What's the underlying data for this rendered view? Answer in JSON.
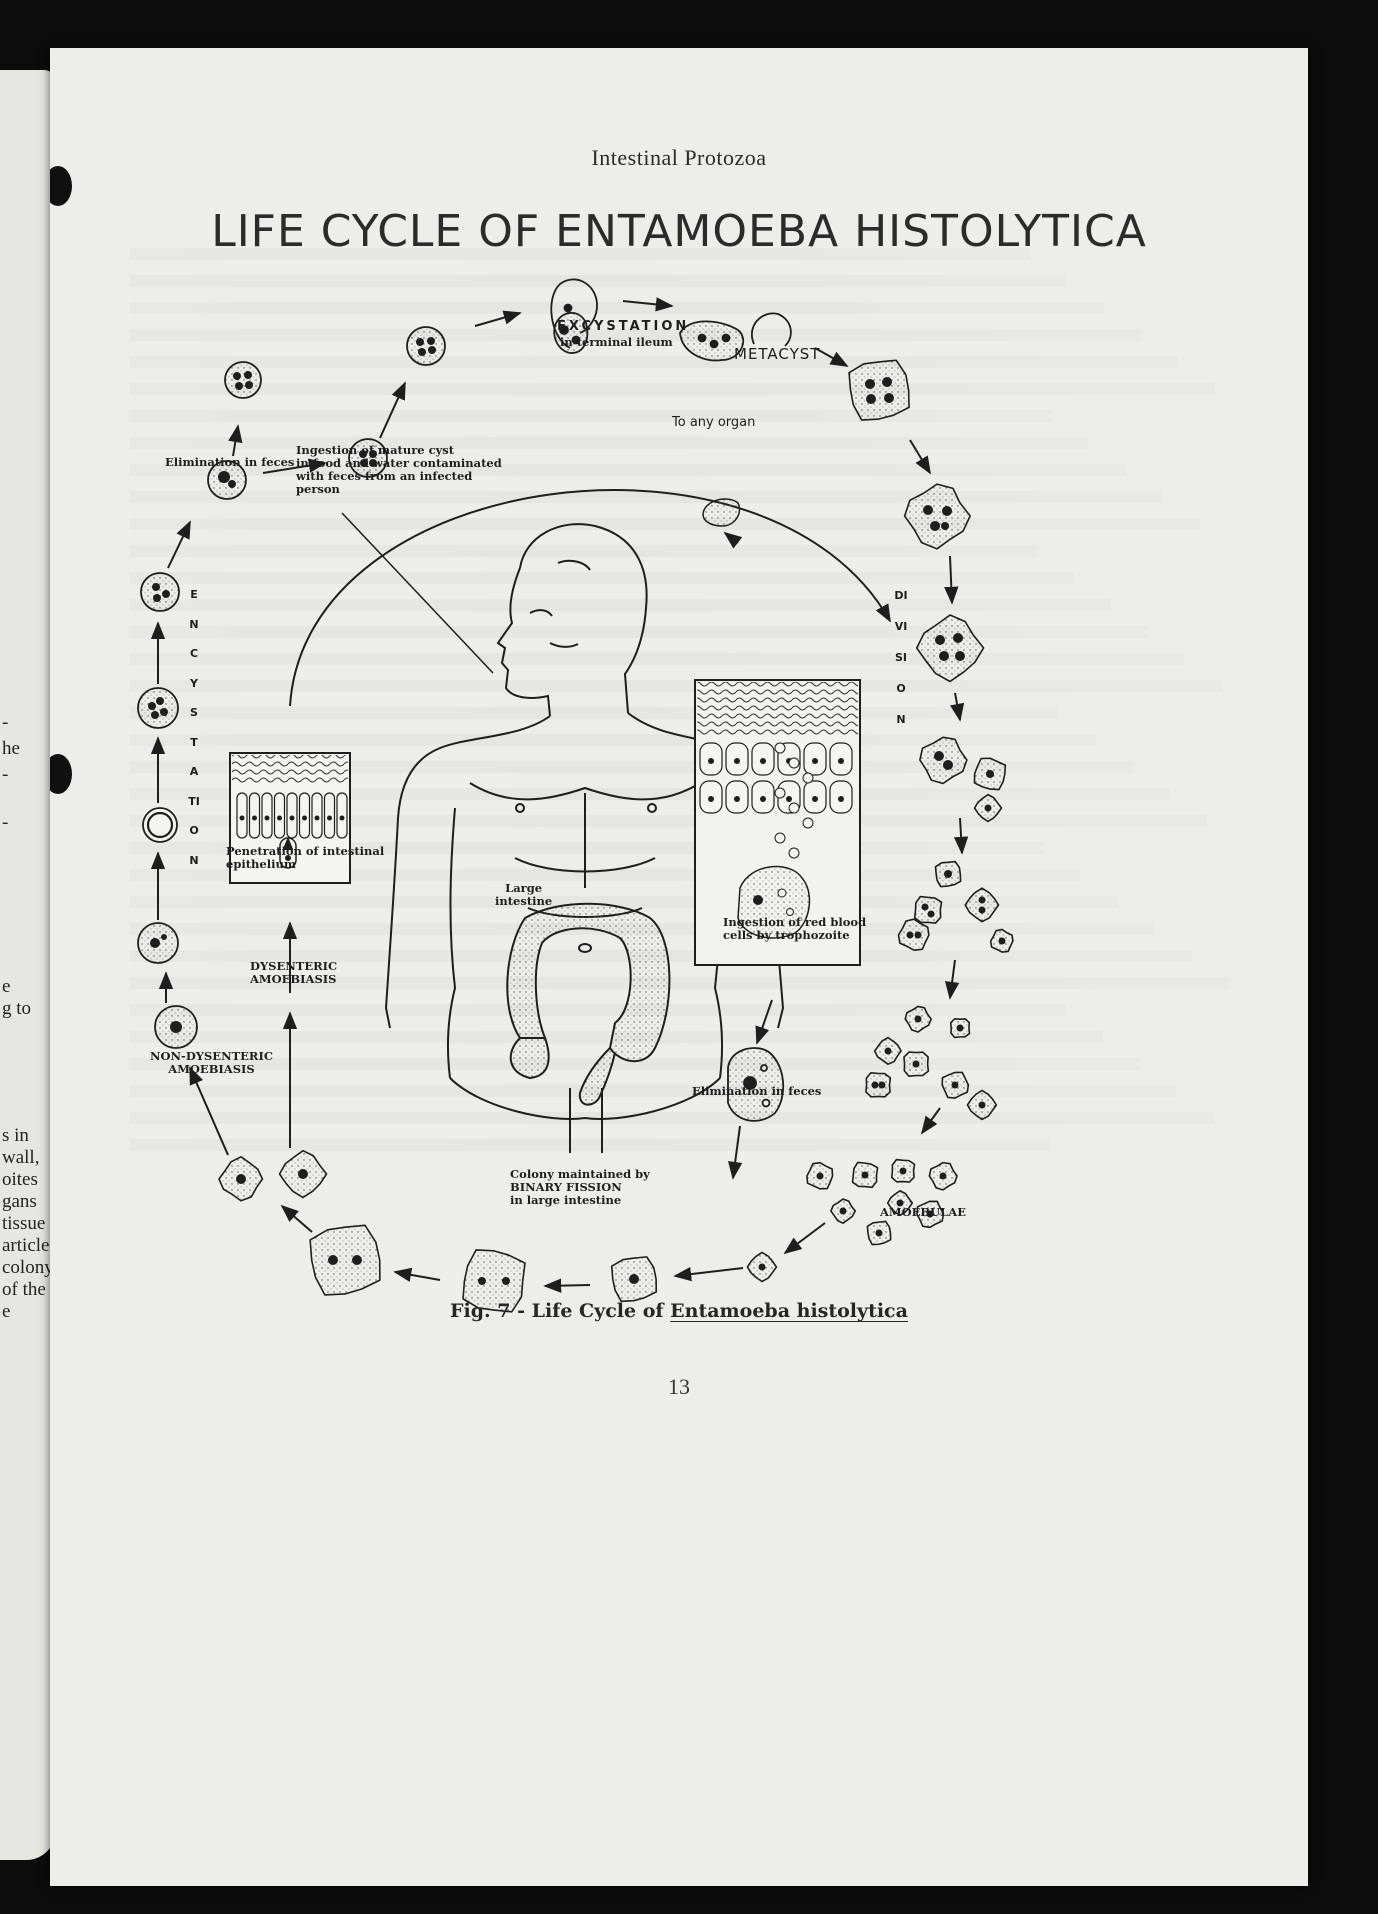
{
  "page": {
    "header": "Intestinal Protozoa",
    "title": "LIFE CYCLE OF ENTAMOEBA HISTOLYTICA",
    "caption_prefix": "Fig. 7 - Life Cycle of ",
    "caption_species": "Entamoeba histolytica",
    "page_number": "13"
  },
  "labels": {
    "excystation": "EXCYSTATION",
    "excystation_site": "in terminal ileum",
    "metacyst": "METACYST",
    "to_any_organ": "To any organ",
    "ingestion_1": "Ingestion of mature cyst",
    "ingestion_2": "in food and water contaminated",
    "ingestion_3": "with feces from an infected",
    "ingestion_4": "person",
    "elimination_top": "Elimination in feces",
    "encystation": "ENCYSTATION",
    "division": "DIVISION",
    "penetration_1": "Penetration of intestinal",
    "penetration_2": "epithelium",
    "large_intestine_1": "Large",
    "large_intestine_2": "intestine",
    "rbc_1": "Ingestion of red blood",
    "rbc_2": "cells by trophozoite",
    "dysenteric_1": "DYSENTERIC",
    "dysenteric_2": "AMOEBIASIS",
    "nondysenteric_1": "NON-DYSENTERIC",
    "nondysenteric_2": "AMOEBIASIS",
    "elimination_bottom": "Elimination in feces",
    "colony_1": "Colony maintained by",
    "colony_2": "BINARY FISSION",
    "colony_3": "in large intestine",
    "amoebulae": "AMOEBULAE"
  },
  "left_page_fragments": [
    "-",
    "he",
    "-",
    "-",
    "e",
    "g to",
    "s in",
    "wall,",
    "oites",
    "gans",
    "tissue",
    "article",
    "colony",
    "of the",
    "e"
  ],
  "colors": {
    "ink": "#1e1e1e",
    "paper": "#ededeb",
    "background": "#0c0c0c"
  }
}
